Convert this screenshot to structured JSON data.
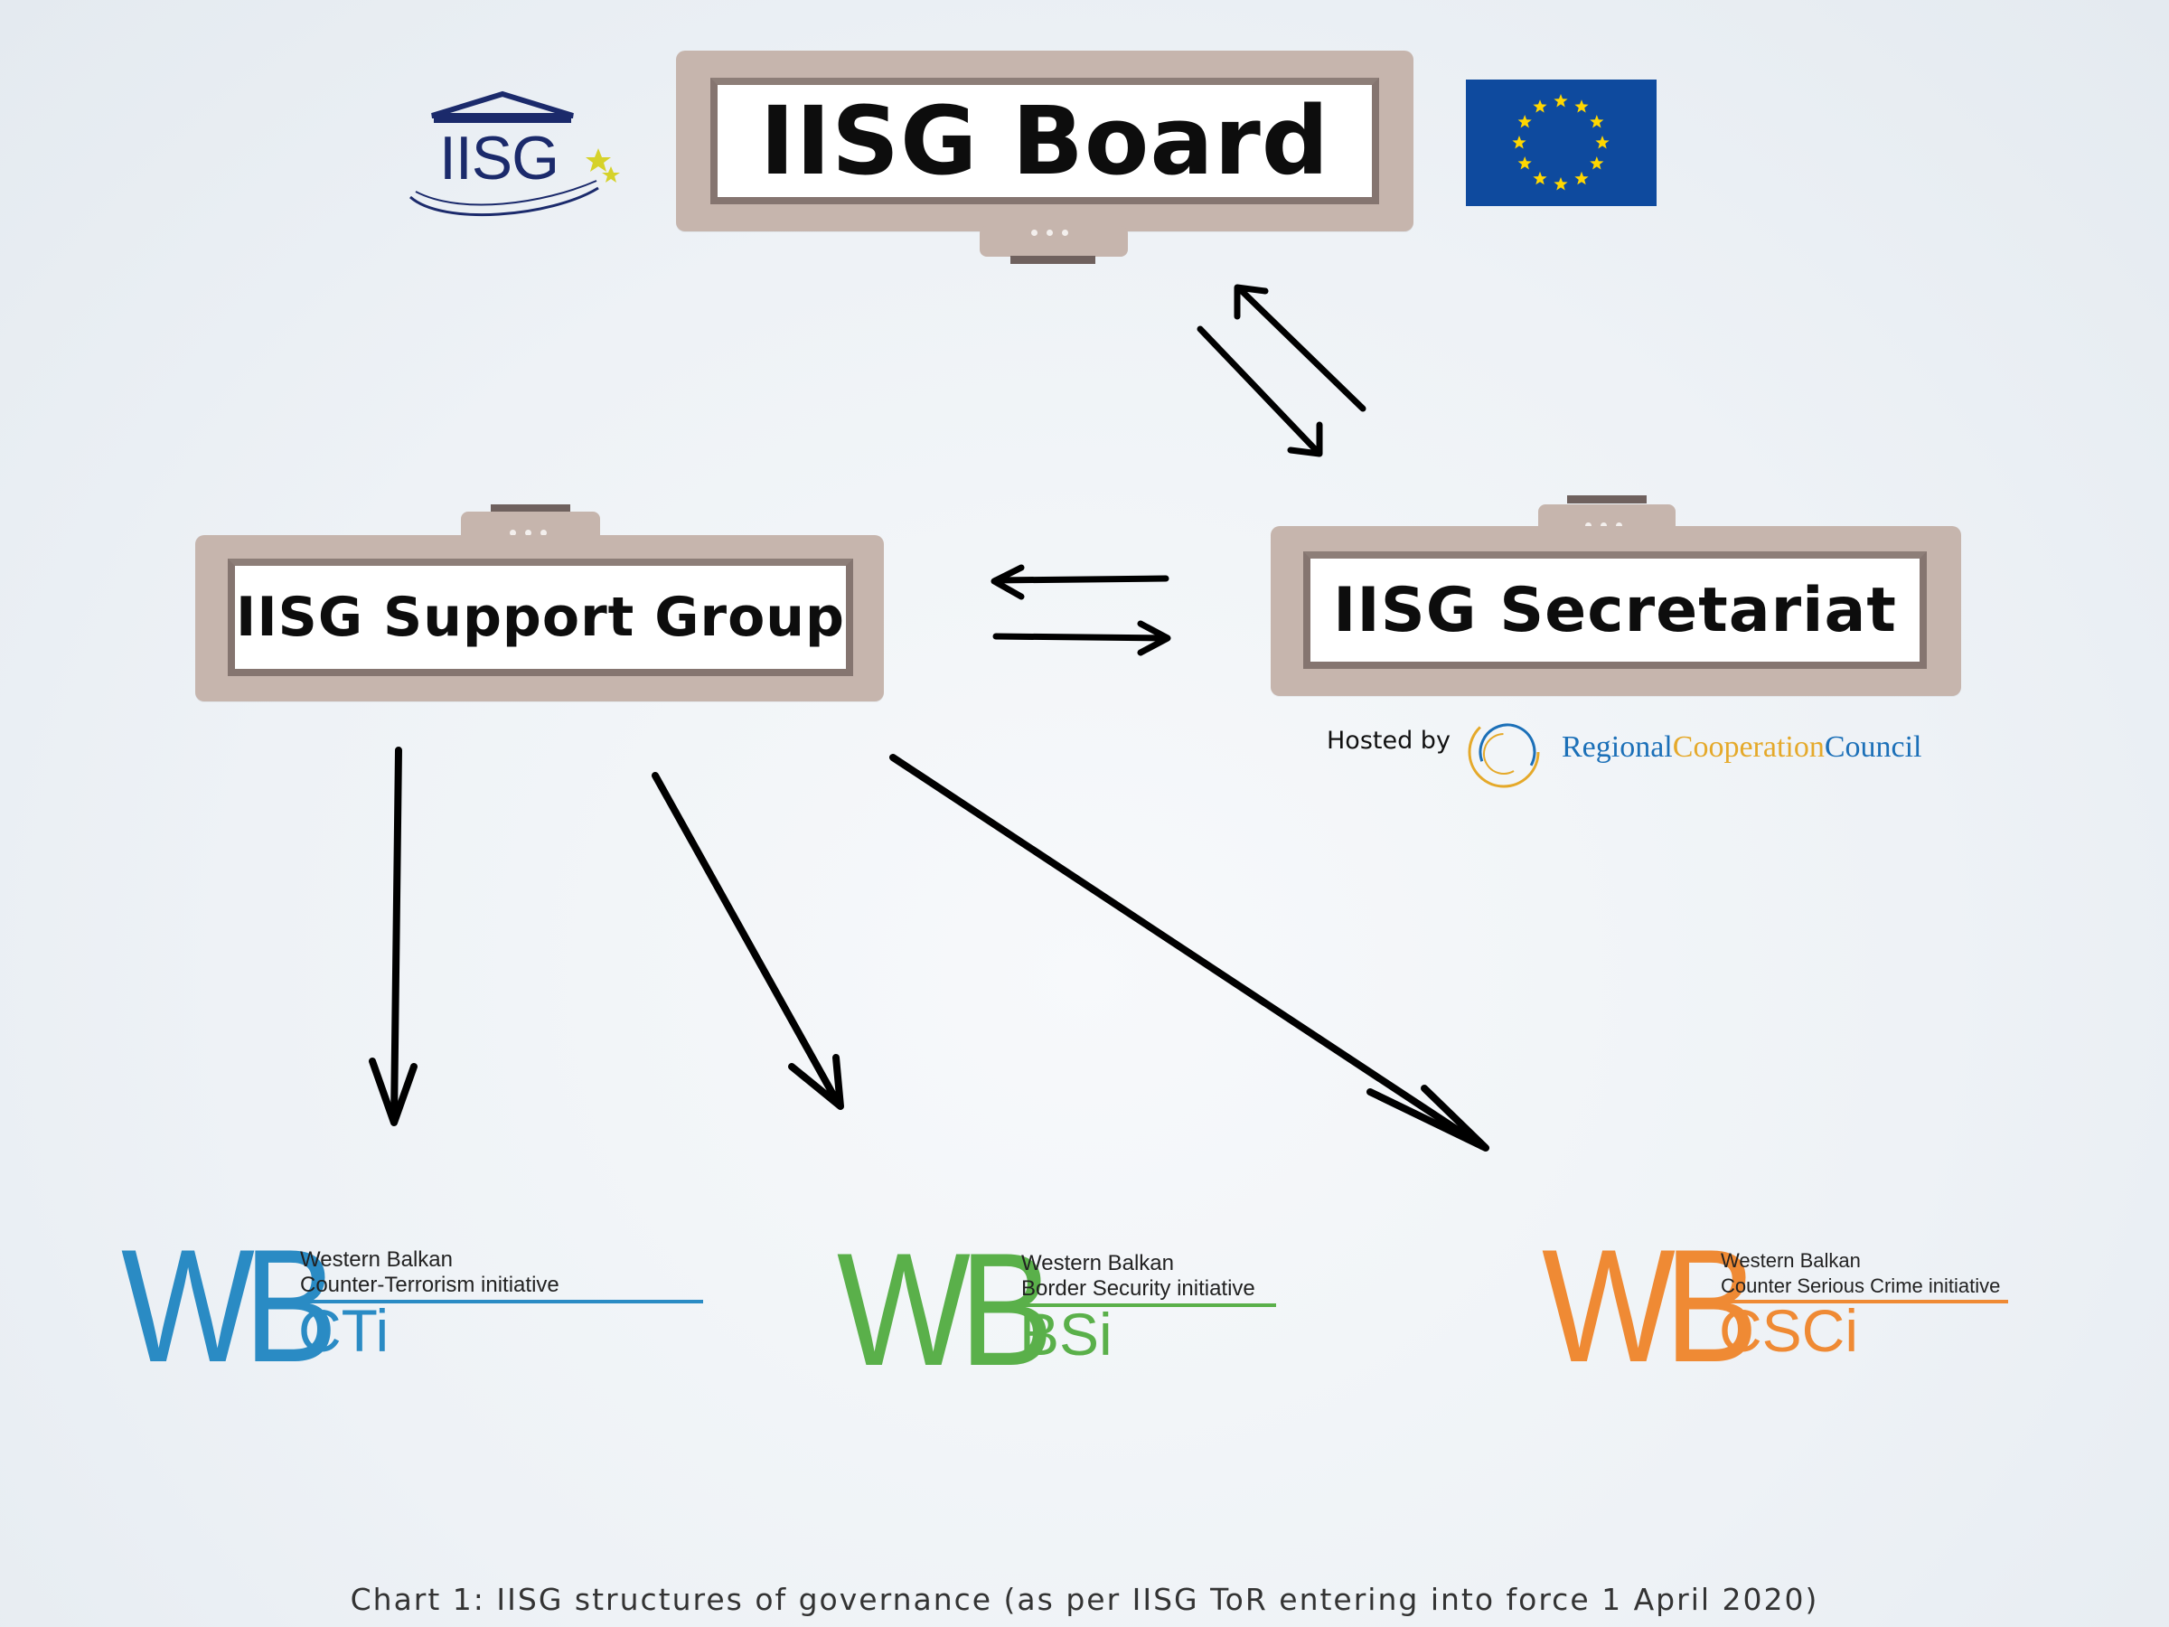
{
  "diagram": {
    "board": {
      "label": "IISG Board"
    },
    "support_group": {
      "label": "IISG Support Group"
    },
    "secretariat": {
      "label": "IISG Secretariat"
    },
    "hosted_by": {
      "text": "Hosted by",
      "org_part1": "Regional",
      "org_part2": "Cooperation",
      "org_part3": "Council"
    },
    "iisg_logo": {
      "text": "IISG"
    },
    "initiatives": [
      {
        "mark": "WB",
        "line1": "Western Balkan",
        "line2": "Counter-Terrorism initiative",
        "abbr": "CTi",
        "color": "#2a8bc4"
      },
      {
        "mark": "WB",
        "line1": "Western Balkan",
        "line2": "Border Security initiative",
        "abbr": "BSi",
        "color": "#5ab04a"
      },
      {
        "mark": "WB",
        "line1": "Western Balkan",
        "line2": "Counter Serious Crime initiative",
        "abbr": "CSCi",
        "color": "#ef8a34"
      }
    ],
    "caption": "Chart 1: IISG structures of governance (as per IISG ToR entering into force 1 April 2020)",
    "colors": {
      "box": "#c6b5ad",
      "box_border": "#857570",
      "eu_blue": "#0e4a9e",
      "eu_star": "#ffd700",
      "iisg_navy": "#1b2a6b",
      "rcc_blue": "#1c70b8",
      "rcc_gold": "#e5a92a"
    }
  }
}
